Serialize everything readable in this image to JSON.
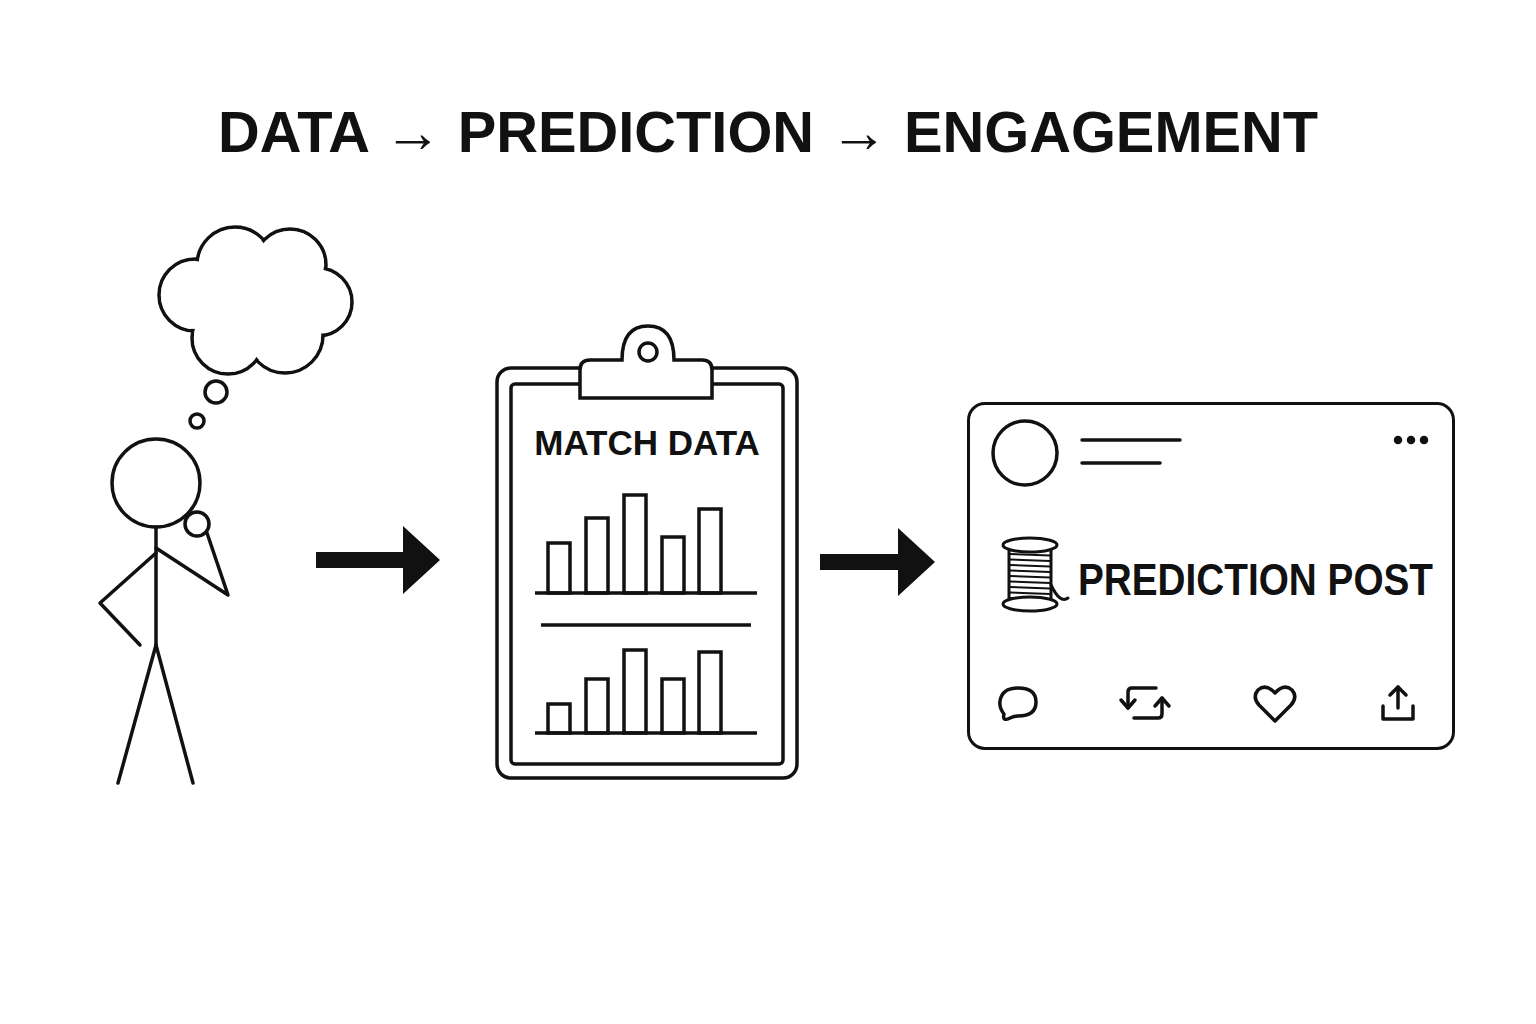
{
  "diagram": {
    "title": "DATA → PREDICTION → ENGAGEMENT",
    "nodes": [
      {
        "text": [
          "MATCH DATA"
        ]
      },
      {
        "text": [
          "PREDICTION POST"
        ]
      }
    ],
    "edges": [
      {
        "from": 0,
        "to": 1,
        "arrow": "to"
      }
    ]
  }
}
